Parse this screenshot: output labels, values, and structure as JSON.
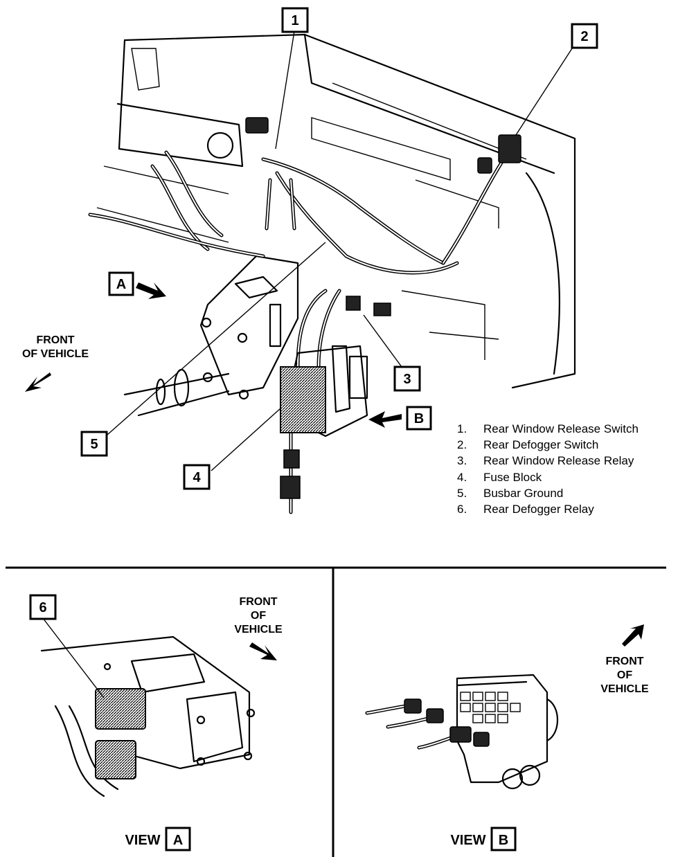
{
  "callouts": {
    "c1": "1",
    "c2": "2",
    "c3": "3",
    "c4": "4",
    "c5": "5",
    "c6": "6",
    "viewA": "A",
    "viewB": "B"
  },
  "front_labels": {
    "main_line1": "FRONT",
    "main_line2": "OF VEHICLE",
    "viewA_line1": "FRONT",
    "viewA_line2": "OF",
    "viewA_line3": "VEHICLE",
    "viewB_line1": "FRONT",
    "viewB_line2": "OF",
    "viewB_line3": "VEHICLE"
  },
  "legend": [
    {
      "num": "1.",
      "text": "Rear Window Release Switch"
    },
    {
      "num": "2.",
      "text": "Rear Defogger Switch"
    },
    {
      "num": "3.",
      "text": "Rear Window Release Relay"
    },
    {
      "num": "4.",
      "text": "Fuse Block"
    },
    {
      "num": "5.",
      "text": "Busbar Ground"
    },
    {
      "num": "6.",
      "text": "Rear Defogger Relay"
    }
  ],
  "views": {
    "view_a_word": "VIEW",
    "view_a_letter": "A",
    "view_b_word": "VIEW",
    "view_b_letter": "B"
  },
  "icons": [
    "arrow-front-icon",
    "arrow-view-icon",
    "fuse-block-illustration",
    "relay-illustration"
  ]
}
